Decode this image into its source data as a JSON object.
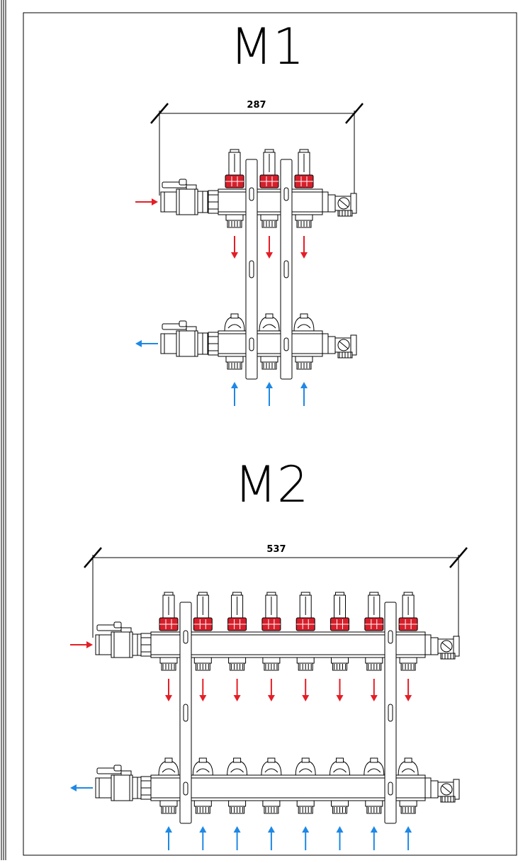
{
  "m1": {
    "title": "M1",
    "dimension": "287",
    "outlets": 3,
    "supply_arrow_color": "#e41e26",
    "return_arrow_color": "#1e88e5"
  },
  "m2": {
    "title": "M2",
    "dimension": "537",
    "outlets": 8,
    "supply_arrow_color": "#e41e26",
    "return_arrow_color": "#1e88e5"
  },
  "colors": {
    "line": "#000000",
    "flowmeter_red": "#d71f2b",
    "supply": "#e41e26",
    "return": "#1e88e5"
  }
}
